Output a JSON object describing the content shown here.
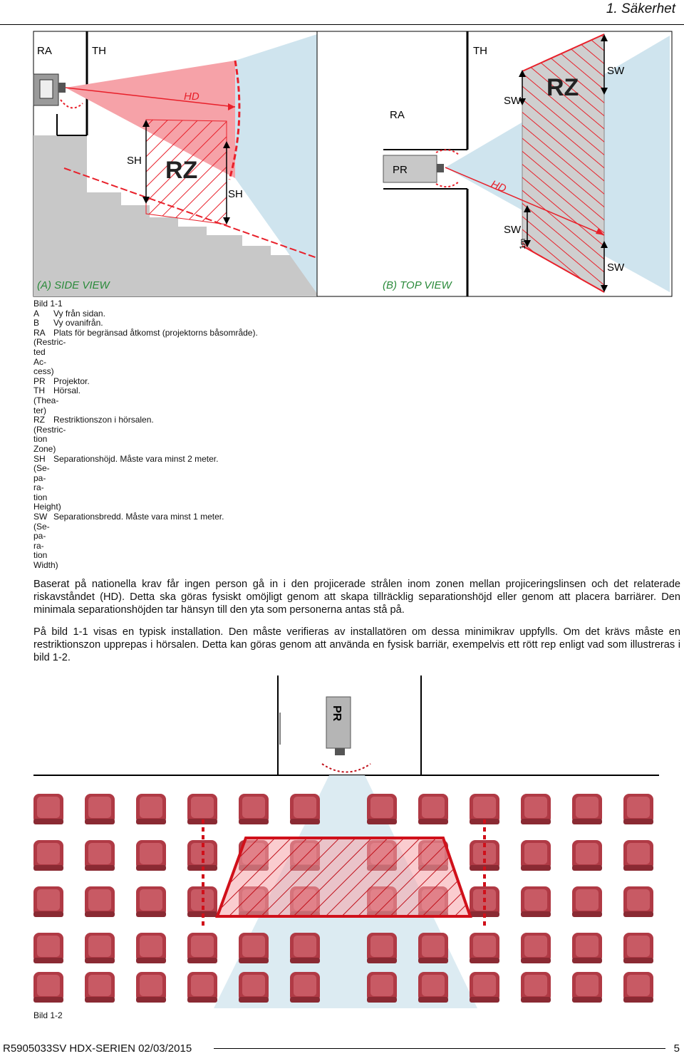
{
  "header": {
    "running_title": "1. Säkerhet"
  },
  "figure1": {
    "side_view": {
      "caption": "(A) SIDE VIEW",
      "labels": {
        "ra": "RA",
        "th": "TH",
        "hd": "HD",
        "sh_left": "SH",
        "rz": "RZ",
        "sh_right": "SH"
      }
    },
    "top_view": {
      "caption": "(B) TOP VIEW",
      "labels": {
        "th": "TH",
        "ra": "RA",
        "sw_top": "SW",
        "rz": "RZ",
        "sw_top_right": "SW",
        "pr": "PR",
        "hd": "HD",
        "sw_mid": "SW",
        "one_m": "1m",
        "sw_bottom": "SW"
      }
    }
  },
  "legend": {
    "title": "Bild 1-1",
    "items": [
      {
        "abbr": "A",
        "text": "Vy från sidan."
      },
      {
        "abbr": "B",
        "text": "Vy ovanifrån."
      },
      {
        "abbr": "RA",
        "text": "Plats för begränsad åtkomst (projektorns båsområde).",
        "extra": [
          "(Restric-",
          "ted",
          "Ac-",
          "cess)"
        ]
      },
      {
        "abbr": "PR",
        "text": "Projektor."
      },
      {
        "abbr": "TH",
        "text": "Hörsal.",
        "extra": [
          "(Thea-",
          "ter)"
        ]
      },
      {
        "abbr": "RZ",
        "text": "Restriktionszon i hörsalen.",
        "extra": [
          "(Restric-",
          "tion",
          "Zone)"
        ]
      },
      {
        "abbr": "SH",
        "text": "Separationshöjd. Måste vara minst 2 meter.",
        "extra": [
          "(Se-",
          "pa-",
          "ra-",
          "tion",
          "Height)"
        ]
      },
      {
        "abbr": "SW",
        "text": "Separationsbredd. Måste vara minst 1 meter.",
        "extra": [
          "(Se-",
          "pa-",
          "ra-",
          "tion",
          "Width)"
        ]
      }
    ]
  },
  "body": {
    "para1": "Baserat på nationella krav får ingen person gå in i den projicerade strålen inom zonen mellan projiceringslinsen och det relaterade riskavståndet (HD). Detta ska göras fysiskt omöjligt genom att skapa tillräcklig separationshöjd eller genom att placera barriärer. Den minimala separationshöjden tar hänsyn till den yta som personerna antas stå på.",
    "para2": "På bild 1-1 visas en typisk installation. Den måste verifieras av installatören om dessa minimikrav uppfylls. Om det krävs måste en restriktionszon upprepas i hörsalen. Detta kan göras genom att använda en fysisk barriär, exempelvis ett rött rep enligt vad som illustreras i bild 1-2."
  },
  "figure2": {
    "label_pr": "PR",
    "caption": "Bild 1-2"
  },
  "footer": {
    "left": "R5905033SV  HDX-SERIEN 02/03/2015",
    "page": "5"
  },
  "colors": {
    "hd_red": "#e8202a",
    "beam_blue": "#cfe4ee",
    "floor_gray": "#c8c8c8",
    "seat_red": "#c24b55",
    "zone_fill": "#f6a2a8"
  }
}
